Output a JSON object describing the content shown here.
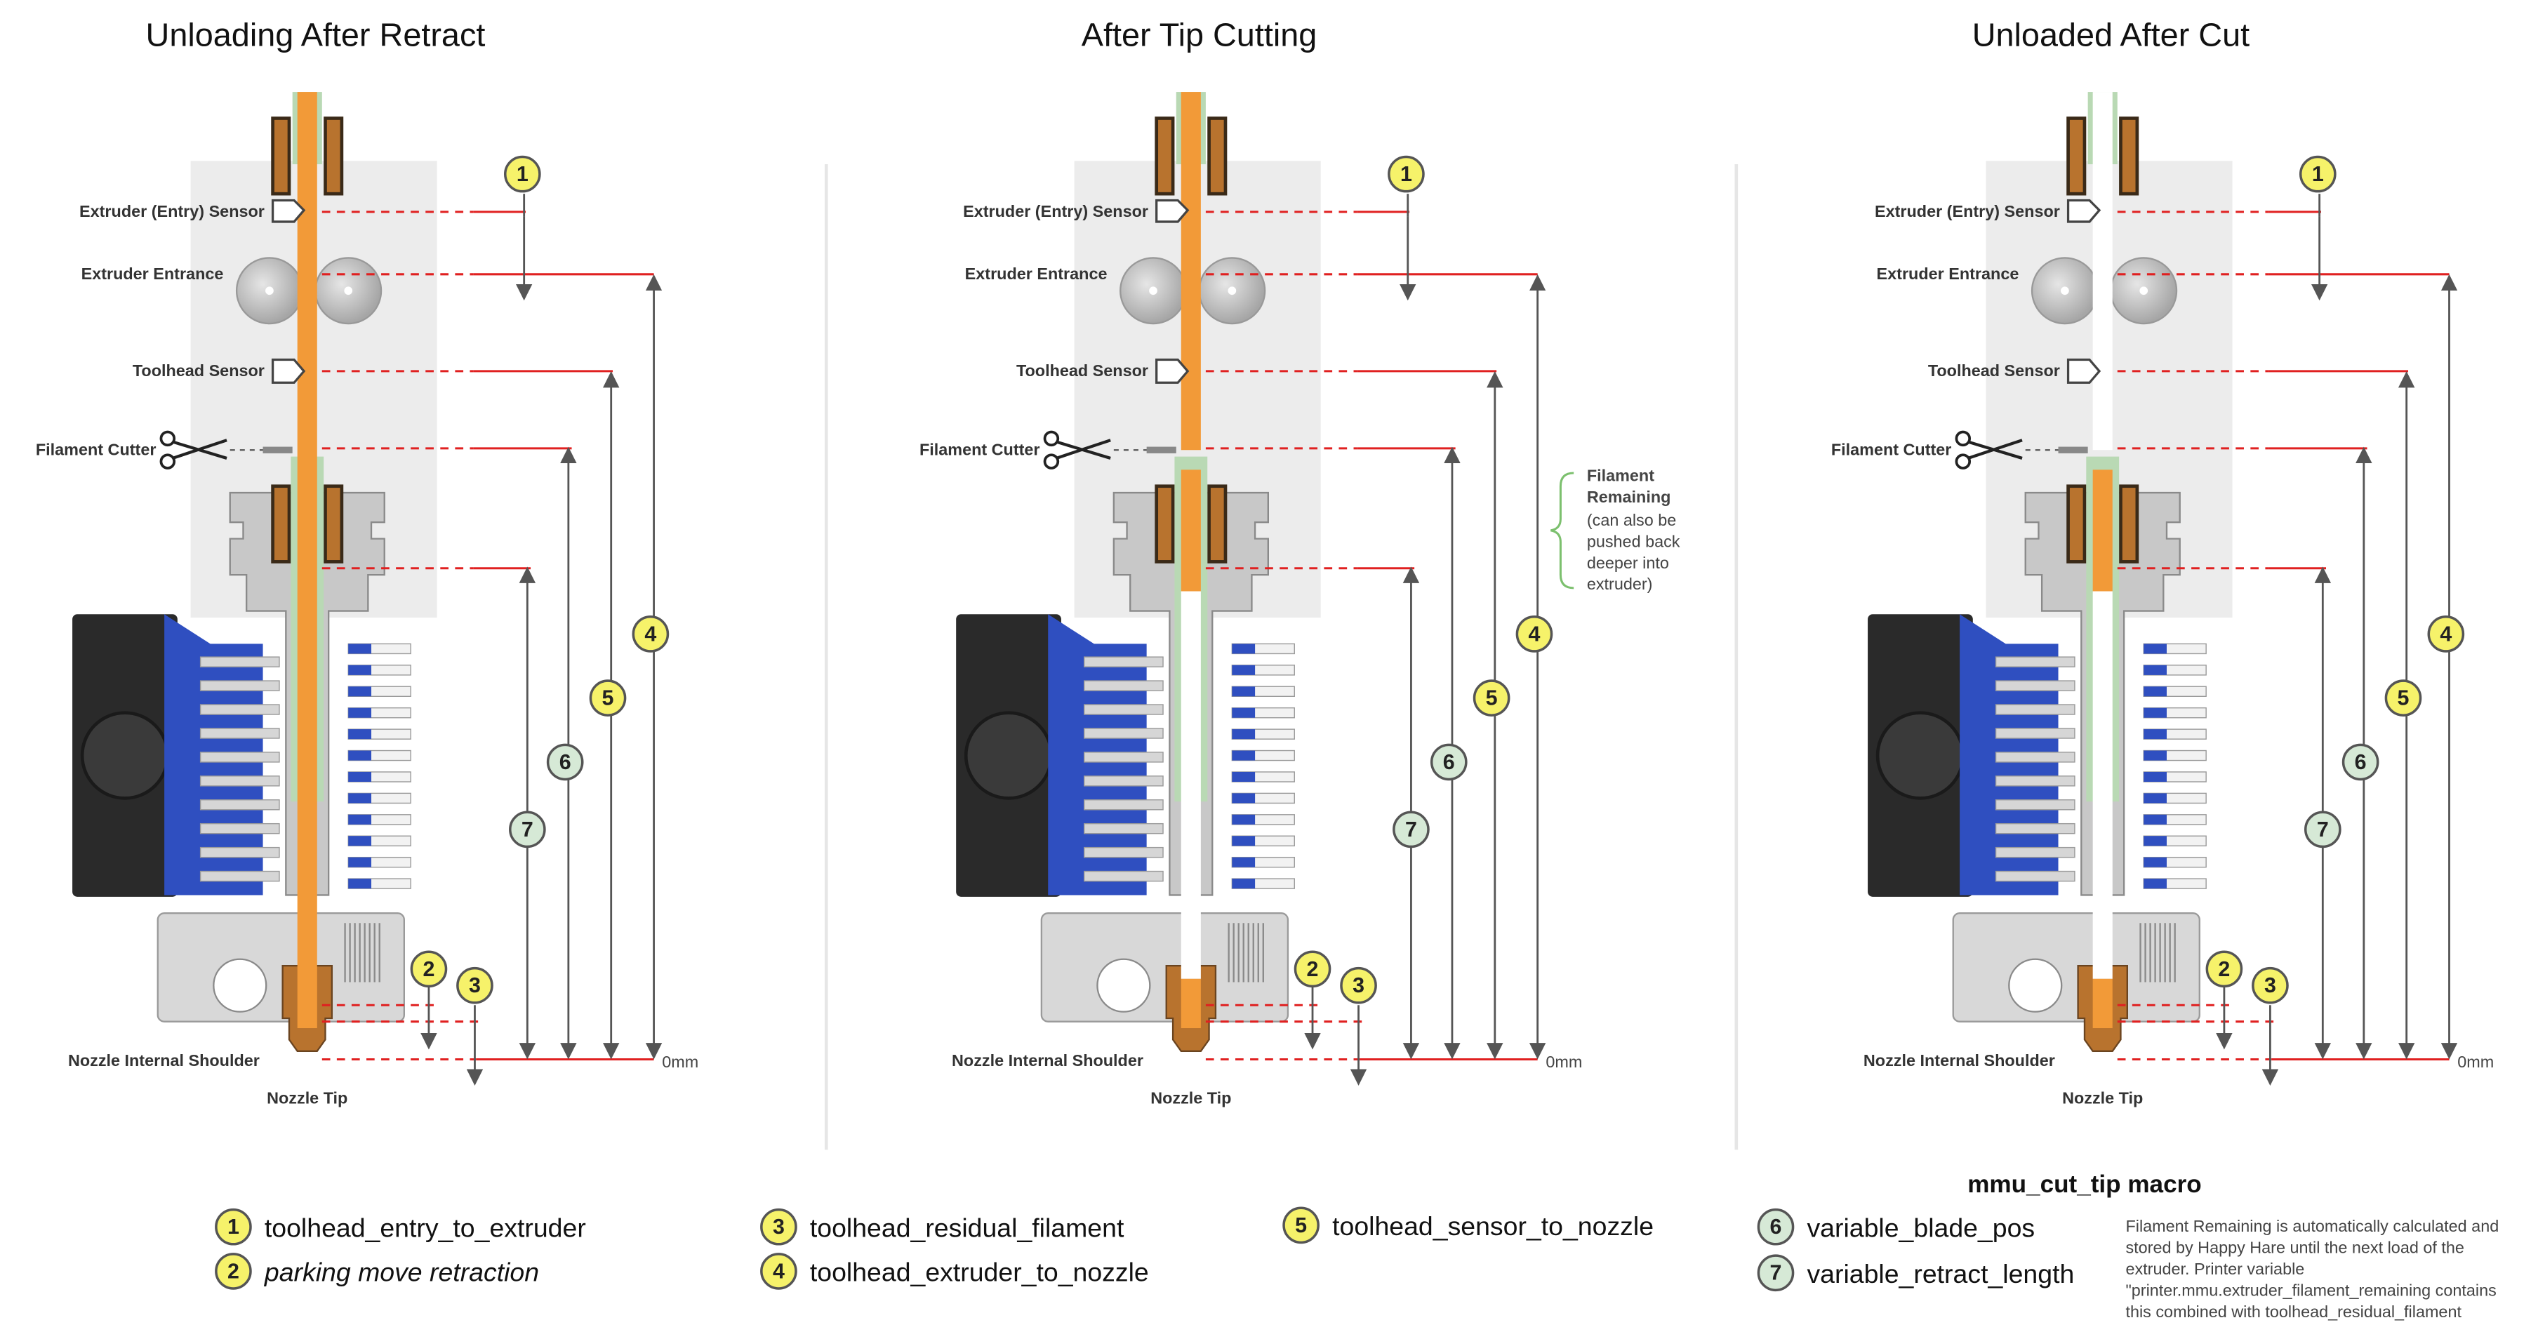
{
  "panels": [
    {
      "title": "Unloading After Retract",
      "labels": {
        "entry_sensor": "Extruder (Entry) Sensor",
        "extruder_entrance": "Extruder Entrance",
        "toolhead_sensor": "Toolhead Sensor",
        "filament_cutter": "Filament Cutter",
        "nozzle_shoulder": "Nozzle Internal Shoulder",
        "nozzle_tip": "Nozzle Tip",
        "zero": "0mm"
      }
    },
    {
      "title": "After Tip Cutting",
      "labels": {
        "entry_sensor": "Extruder (Entry) Sensor",
        "extruder_entrance": "Extruder Entrance",
        "toolhead_sensor": "Toolhead Sensor",
        "filament_cutter": "Filament Cutter",
        "nozzle_shoulder": "Nozzle Internal Shoulder",
        "nozzle_tip": "Nozzle Tip",
        "zero": "0mm"
      },
      "remaining": {
        "title_line1": "Filament",
        "title_line2": "Remaining",
        "lines": [
          "(can also be",
          "pushed back",
          "deeper into",
          "extruder)"
        ]
      }
    },
    {
      "title": "Unloaded After Cut",
      "labels": {
        "entry_sensor": "Extruder (Entry) Sensor",
        "extruder_entrance": "Extruder Entrance",
        "toolhead_sensor": "Toolhead Sensor",
        "filament_cutter": "Filament Cutter",
        "nozzle_shoulder": "Nozzle Internal Shoulder",
        "nozzle_tip": "Nozzle Tip",
        "zero": "0mm"
      }
    }
  ],
  "badges": {
    "n1": "1",
    "n2": "2",
    "n3": "3",
    "n4": "4",
    "n5": "5",
    "n6": "6",
    "n7": "7"
  },
  "legend": {
    "item1": "toolhead_entry_to_extruder",
    "item2": "parking move retraction",
    "item3": "toolhead_residual_filament",
    "item4": "toolhead_extruder_to_nozzle",
    "item5": "toolhead_sensor_to_nozzle",
    "item6": "variable_blade_pos",
    "item7": "variable_retract_length",
    "macro_title": "mmu_cut_tip macro",
    "note_lines": [
      "Filament Remaining is automatically calculated and",
      "stored by Happy Hare until the next load of the",
      "extruder. Printer variable",
      "\"printer.mmu.extruder_filament_remaining contains",
      "this combined with toolhead_residual_filament"
    ]
  },
  "colors": {
    "filament": "#f29a38",
    "ptfe": "#b9d9b4",
    "measure_line": "#e02020",
    "badge_yellow": "#f6f26a",
    "badge_green": "#d6e9d6",
    "body_gray": "#ececec",
    "heatsink_gray": "#c9c9c9",
    "fan_blue": "#2f4fc0",
    "brass": "#b8732e"
  },
  "icons": [
    "sensor-flag-icon",
    "drive-gear-icon",
    "scissors-icon",
    "dimension-arrow-icon"
  ]
}
